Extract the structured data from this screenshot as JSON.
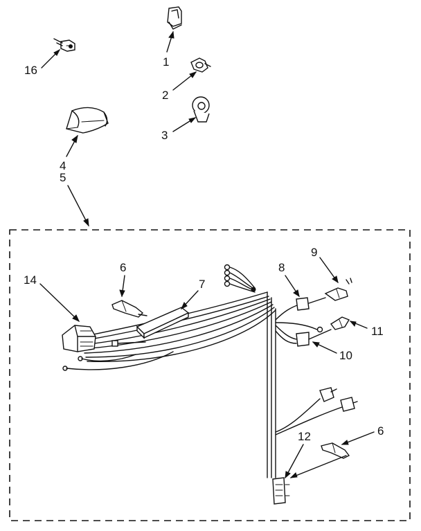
{
  "callouts": {
    "c1": "1",
    "c2": "2",
    "c3": "3",
    "c4": "4",
    "c5": "5",
    "c6a": "6",
    "c6b": "6",
    "c7": "7",
    "c8": "8",
    "c9": "9",
    "c10": "10",
    "c11": "11",
    "c12": "12",
    "c14": "14",
    "c16": "16"
  }
}
